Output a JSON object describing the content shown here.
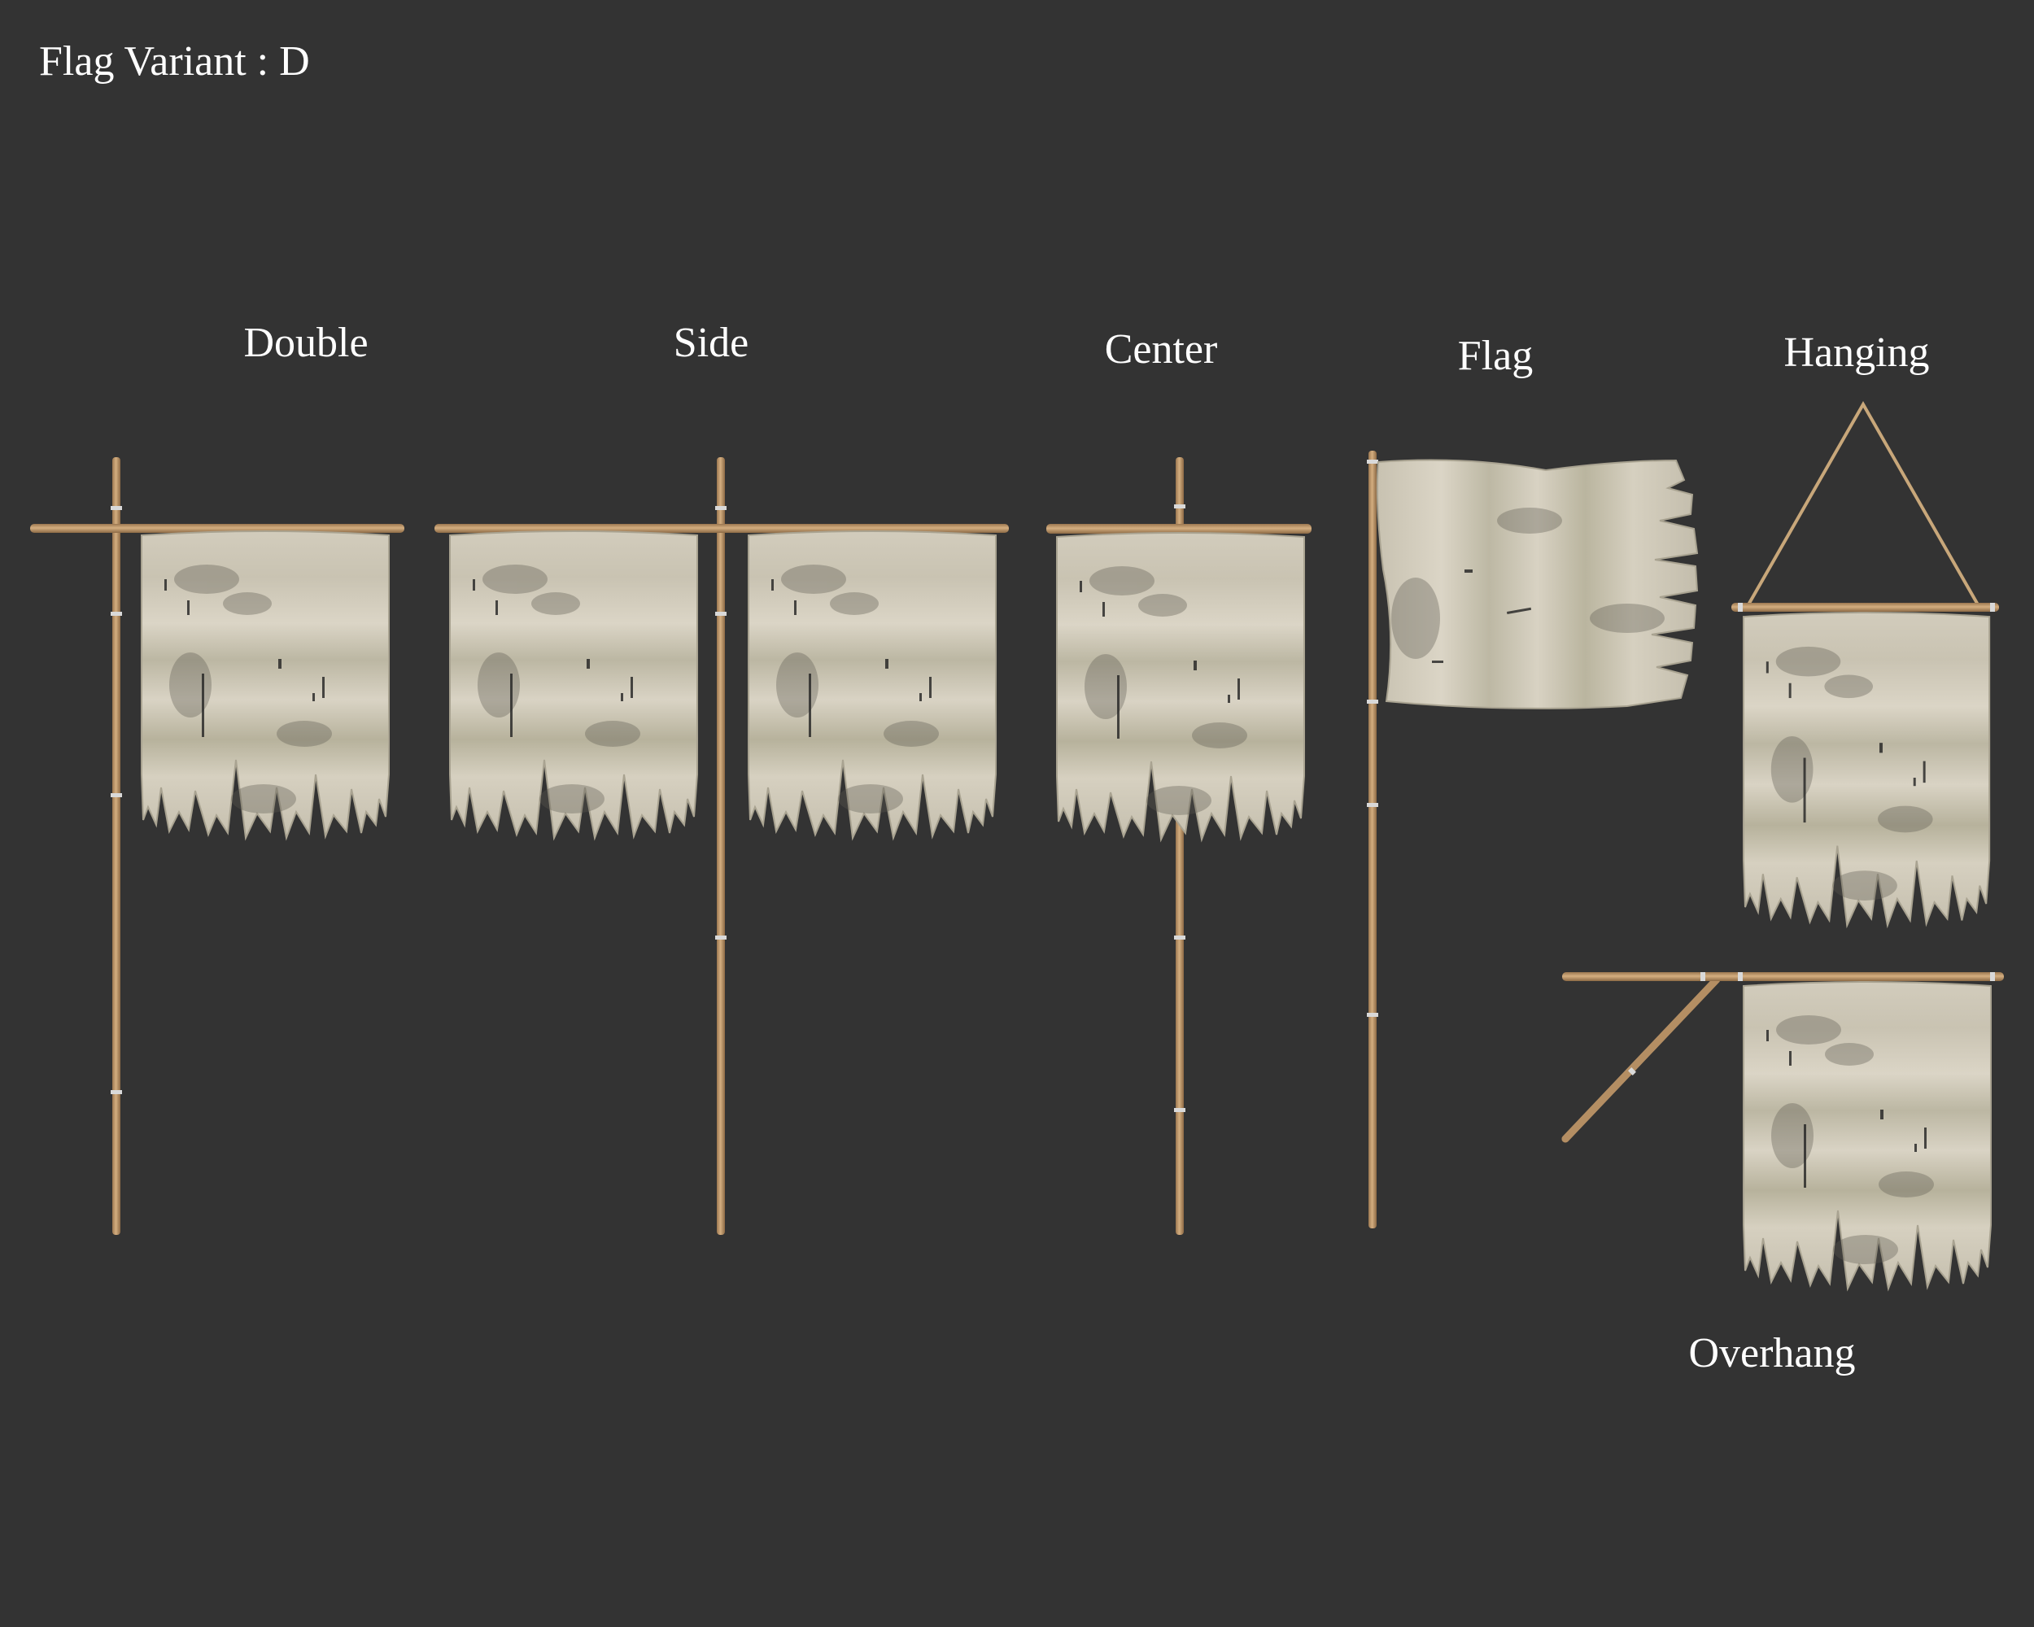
{
  "title": "Flag Variant : D",
  "colors": {
    "background": "#333333",
    "label_text": "#ffffff",
    "wood": "#c9a173",
    "wood_dark": "#9b7750",
    "cloth": "#d7d1c2",
    "cloth_stain": "#8f8a76",
    "metal_band": "#d9d9d9",
    "rope": "#c8a77a"
  },
  "variants": [
    {
      "id": "double",
      "label": "Double"
    },
    {
      "id": "side",
      "label": "Side"
    },
    {
      "id": "center",
      "label": "Center"
    },
    {
      "id": "flag",
      "label": "Flag"
    },
    {
      "id": "hanging",
      "label": "Hanging"
    },
    {
      "id": "overhang",
      "label": "Overhang"
    }
  ]
}
